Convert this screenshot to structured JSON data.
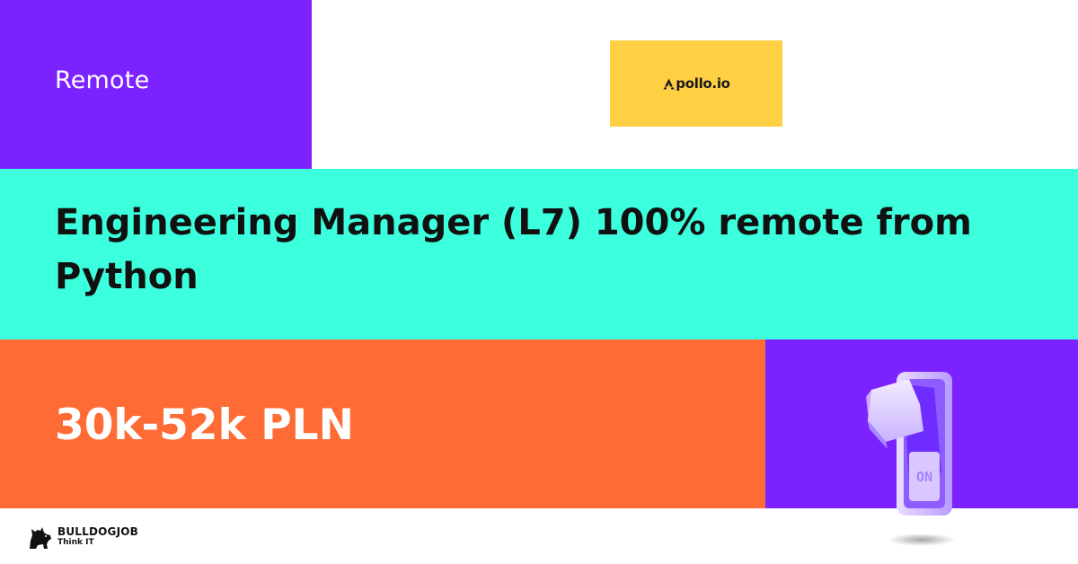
{
  "location": "Remote",
  "company": {
    "logo_text": "pollo.io",
    "logo_color": "#ffcf44"
  },
  "job": {
    "title": "Engineering Manager (L7) 100% remote from Python"
  },
  "salary": "30k-52k PLN",
  "brand": {
    "name": "BULLDOGJOB",
    "tagline": "Think IT"
  },
  "colors": {
    "purple": "#7b22ff",
    "teal": "#3cffde",
    "orange": "#ff6b35"
  },
  "icons": [
    "apollo-logo-icon",
    "toggle-switch-icon",
    "bulldog-icon"
  ],
  "switch_label": "ON"
}
